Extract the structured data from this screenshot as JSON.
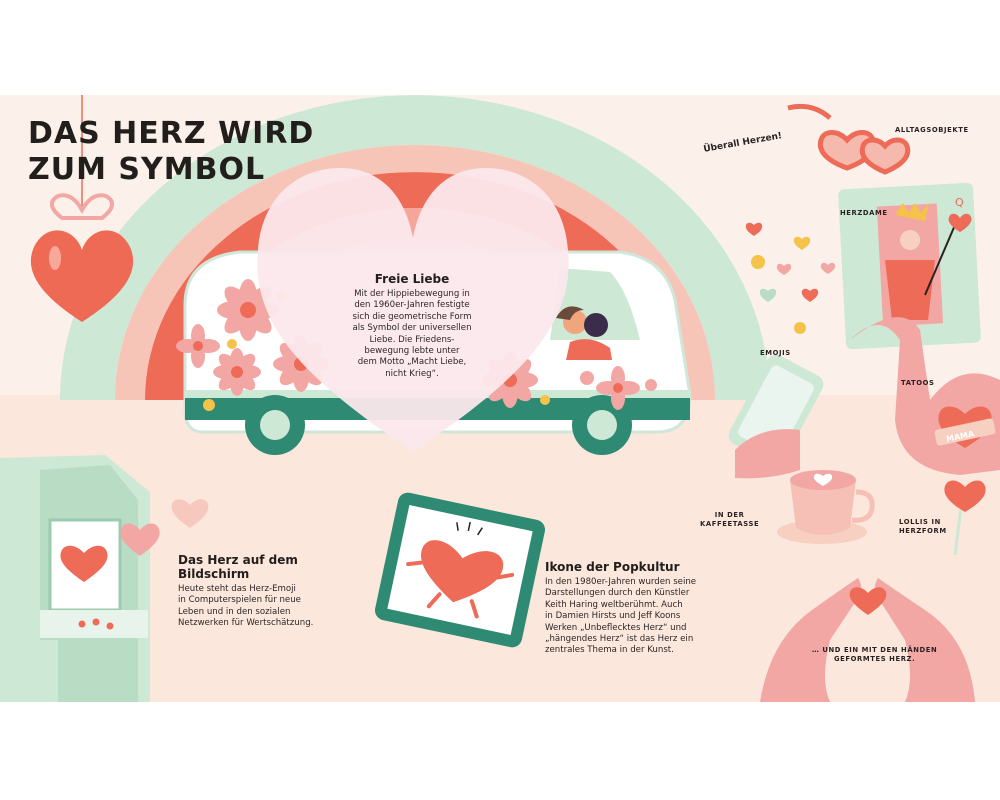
{
  "title": {
    "line1": "DAS HERZ WIRD",
    "line2": "ZUM SYMBOL"
  },
  "sections": {
    "freie_liebe": {
      "heading": "Freie Liebe",
      "lines": [
        "Mit der Hippiebewegung in",
        "den 1960er-Jahren festigte",
        "sich die geometrische Form",
        "als Symbol der universellen",
        "Liebe. Die Friedens-",
        "bewegung lebte unter",
        "dem Motto „Macht Liebe,",
        "nicht Krieg“."
      ]
    },
    "bildschirm": {
      "heading_lines": [
        "Das Herz auf dem",
        "Bildschirm"
      ],
      "lines": [
        "Heute steht das Herz-Emoji",
        "in Computerspielen für neue",
        "Leben und in den sozialen",
        "Netzwerken für Wertschätzung."
      ]
    },
    "popkultur": {
      "heading": "Ikone der Popkultur",
      "lines": [
        "In den 1980er-Jahren wurden seine",
        "Darstellungen durch den Künstler",
        "Keith Haring weltberühmt. Auch",
        "in Damien Hirsts und Jeff Koons",
        "Werken „Unbeflecktes Herz“ und",
        "„hängendes Herz“ ist das Herz ein",
        "zentrales Thema in der Kunst."
      ]
    }
  },
  "labels": {
    "ueberall": "Überall Herzen!",
    "alltagsobjekte": "ALLTAGSOBJEKTE",
    "herzdame": "HERZDAME",
    "emojis": "EMOJIS",
    "tatoos": "TATOOS",
    "kaffeetasse": [
      "IN DER",
      "KAFFEETASSE"
    ],
    "lollis": [
      "LOLLIS IN",
      "HERZFORM"
    ],
    "haende": [
      "… UND EIN MIT DEN HÄNDEN",
      "GEFORMTES HERZ."
    ],
    "tattoo_text": "MAMA",
    "card_letter": "Q"
  },
  "colors": {
    "coral": "#ee6b57",
    "pink": "#f2a7a4",
    "mint": "#cbe6d2",
    "teal": "#2e8a72",
    "cream": "#fbf1ea",
    "ink": "#221e1c"
  }
}
